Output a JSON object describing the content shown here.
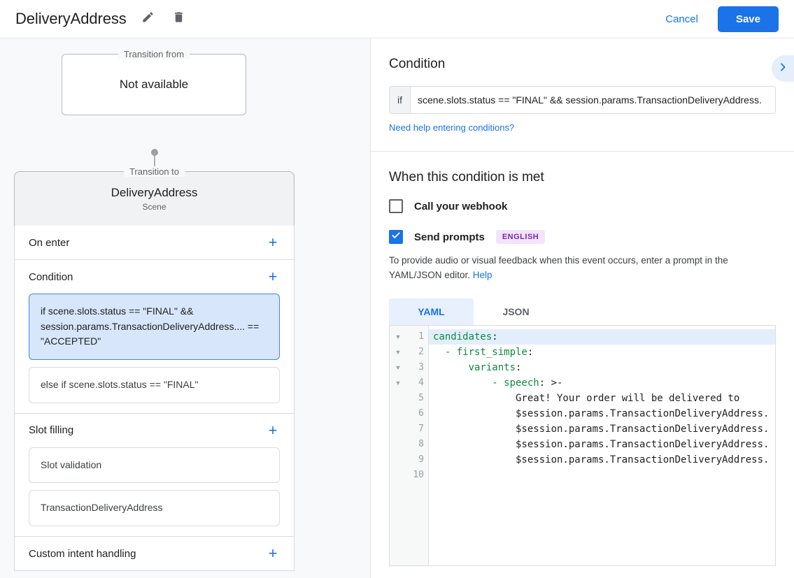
{
  "topbar": {
    "title": "DeliveryAddress",
    "edit_icon": "pencil-icon",
    "delete_icon": "trash-icon",
    "cancel_label": "Cancel",
    "save_label": "Save",
    "accent_color": "#1a73e8"
  },
  "left_panel": {
    "transition_from": {
      "legend": "Transition from",
      "title": "Not available"
    },
    "transition_to": {
      "legend": "Transition to",
      "title": "DeliveryAddress",
      "subtitle": "Scene"
    },
    "sections": [
      {
        "title": "On enter",
        "add_icon": "plus-icon",
        "items": []
      },
      {
        "title": "Condition",
        "add_icon": "plus-icon",
        "items": [
          {
            "text": "if scene.slots.status == \"FINAL\" && session.params.TransactionDeliveryAddress.... == \"ACCEPTED\"",
            "selected": true
          },
          {
            "text": "else if scene.slots.status == \"FINAL\"",
            "selected": false
          }
        ]
      },
      {
        "title": "Slot filling",
        "add_icon": "plus-icon",
        "items": [
          {
            "text": "Slot validation",
            "selected": false
          },
          {
            "text": "TransactionDeliveryAddress",
            "selected": false
          }
        ]
      },
      {
        "title": "Custom intent handling",
        "add_icon": "plus-icon",
        "items": []
      }
    ]
  },
  "right_panel": {
    "condition": {
      "heading": "Condition",
      "if_label": "if",
      "value": "scene.slots.status == \"FINAL\" && session.params.TransactionDeliveryAddress.",
      "help_link": "Need help entering conditions?",
      "expand_icon": "chevron-right-icon"
    },
    "when_met": {
      "heading": "When this condition is met",
      "webhook": {
        "label": "Call your webhook",
        "checked": false
      },
      "send_prompts": {
        "label": "Send prompts",
        "checked": true,
        "badge": "ENGLISH",
        "badge_bg": "#f3e4fb",
        "badge_fg": "#7627bb"
      },
      "hint_before": "To provide audio or visual feedback when this event occurs, enter a prompt in the YAML/JSON editor. ",
      "hint_link": "Help"
    },
    "editor": {
      "tabs": [
        {
          "label": "YAML",
          "active": true
        },
        {
          "label": "JSON",
          "active": false
        }
      ],
      "line_numbers": [
        "1",
        "2",
        "3",
        "4",
        "5",
        "6",
        "7",
        "8",
        "9",
        "10"
      ],
      "fold_rows": [
        true,
        true,
        true,
        true,
        false,
        false,
        false,
        false,
        false,
        false
      ],
      "fold_glyph": "▼",
      "lines": [
        {
          "n": 1,
          "indent": 0,
          "key": "candidates",
          "punct": ":",
          "rest": "",
          "highlight": true
        },
        {
          "n": 2,
          "indent": 2,
          "key": "- first_simple",
          "punct": ":",
          "rest": "",
          "highlight": false
        },
        {
          "n": 3,
          "indent": 6,
          "key": "variants",
          "punct": ":",
          "rest": "",
          "highlight": false
        },
        {
          "n": 4,
          "indent": 10,
          "key": "- speech",
          "punct": ": >-",
          "rest": "",
          "highlight": false
        },
        {
          "n": 5,
          "indent": 14,
          "key": "",
          "punct": "",
          "rest": "Great! Your order will be delivered to",
          "highlight": false
        },
        {
          "n": 6,
          "indent": 14,
          "key": "",
          "punct": "",
          "rest": "$session.params.TransactionDeliveryAddress.",
          "highlight": false
        },
        {
          "n": 7,
          "indent": 14,
          "key": "",
          "punct": "",
          "rest": "$session.params.TransactionDeliveryAddress.",
          "highlight": false
        },
        {
          "n": 8,
          "indent": 14,
          "key": "",
          "punct": "",
          "rest": "$session.params.TransactionDeliveryAddress.",
          "highlight": false
        },
        {
          "n": 9,
          "indent": 14,
          "key": "",
          "punct": "",
          "rest": "$session.params.TransactionDeliveryAddress.",
          "highlight": false
        },
        {
          "n": 10,
          "indent": 0,
          "key": "",
          "punct": "",
          "rest": "",
          "highlight": false
        }
      ]
    }
  }
}
